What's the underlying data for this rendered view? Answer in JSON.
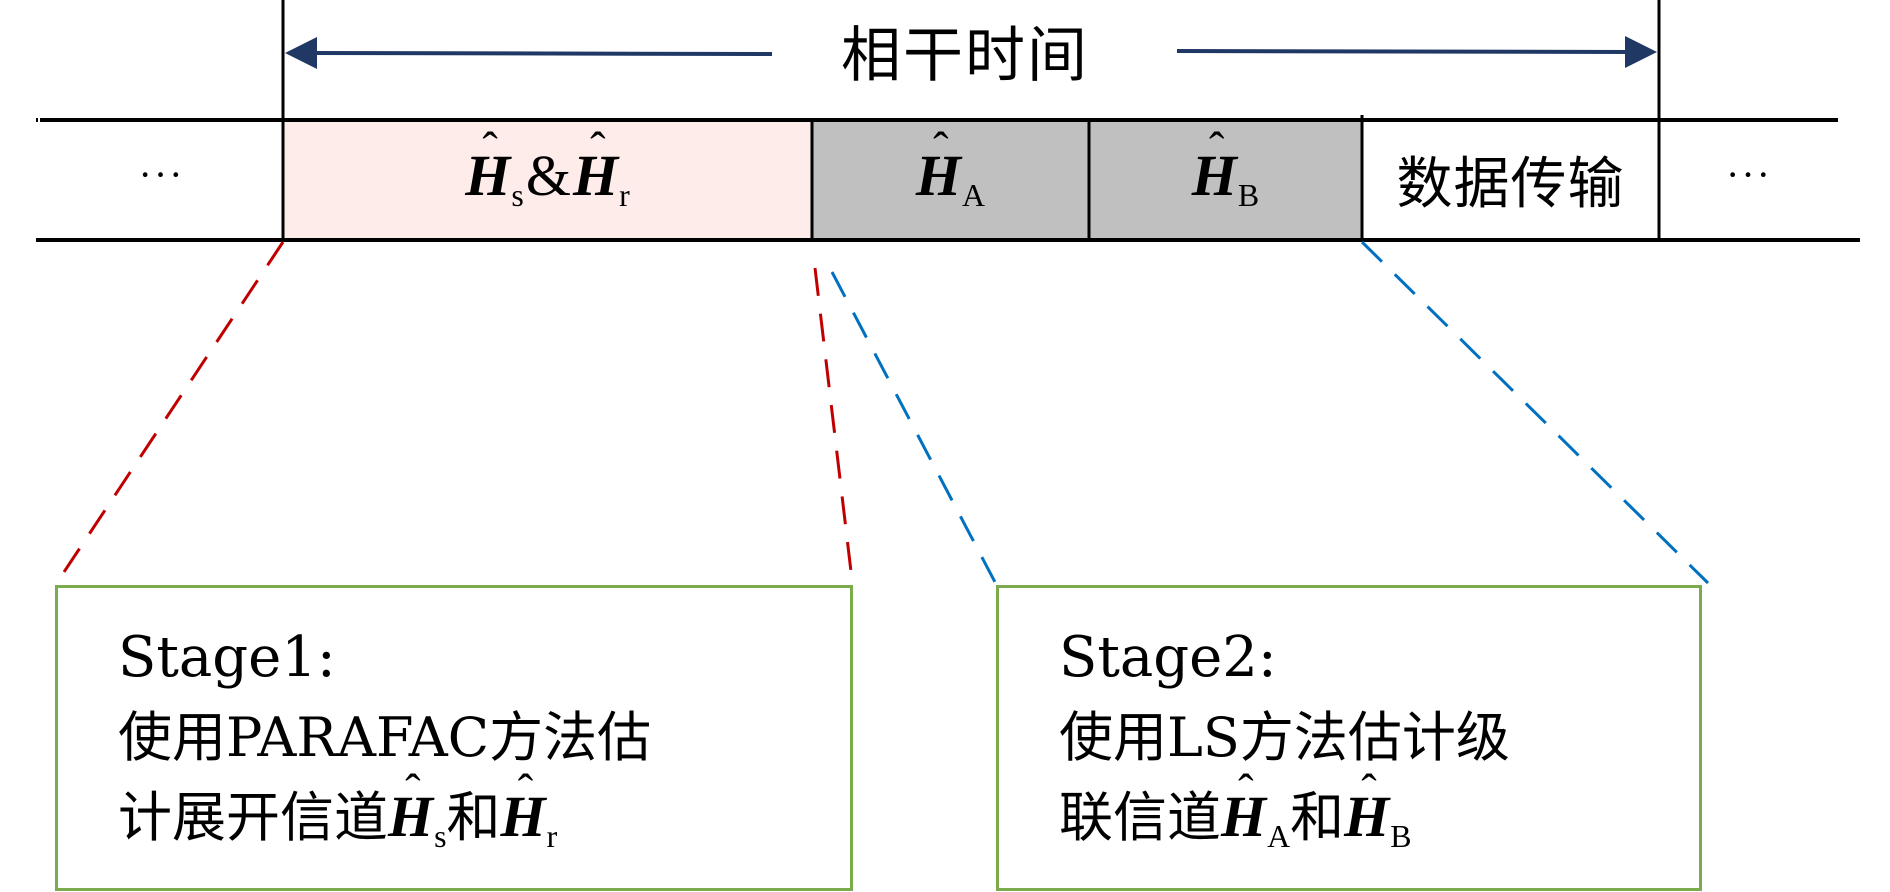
{
  "title": "相干时间",
  "colors": {
    "arrow": "#1f3864",
    "frame_line": "#000000",
    "stage1_fill": "#fdecea",
    "estimate_fill": "#c0c0c0",
    "stage1_connector": "#c00000",
    "stage2_connector": "#0070c0",
    "box_border": "#7cab4e"
  },
  "frame": {
    "left_ellipsis": "···",
    "right_ellipsis": "···",
    "cells": [
      {
        "id": "hs-hr",
        "symbol": "H",
        "sub1": "s",
        "connector": "&",
        "symbol2": "H",
        "sub2": "r"
      },
      {
        "id": "ha",
        "symbol": "H",
        "sub": "A"
      },
      {
        "id": "hb",
        "symbol": "H",
        "sub": "B"
      },
      {
        "id": "data",
        "label": "数据传输"
      }
    ]
  },
  "stage1": {
    "title": "Stage1:",
    "line2_cjk_a": "使用",
    "line2_latin": "PARAFAC",
    "line2_cjk_b": "方法估",
    "line3_cjk": "计展开信道",
    "sym1": "H",
    "sub1": "s",
    "and": "和",
    "sym2": "H",
    "sub2": "r"
  },
  "stage2": {
    "title": "Stage2:",
    "line2_cjk_a": "使用",
    "line2_latin": "LS",
    "line2_cjk_b": "方法估计级",
    "line3_cjk": "联信道",
    "sym1": "H",
    "sub1": "A",
    "and": "和",
    "sym2": "H",
    "sub2": "B"
  }
}
